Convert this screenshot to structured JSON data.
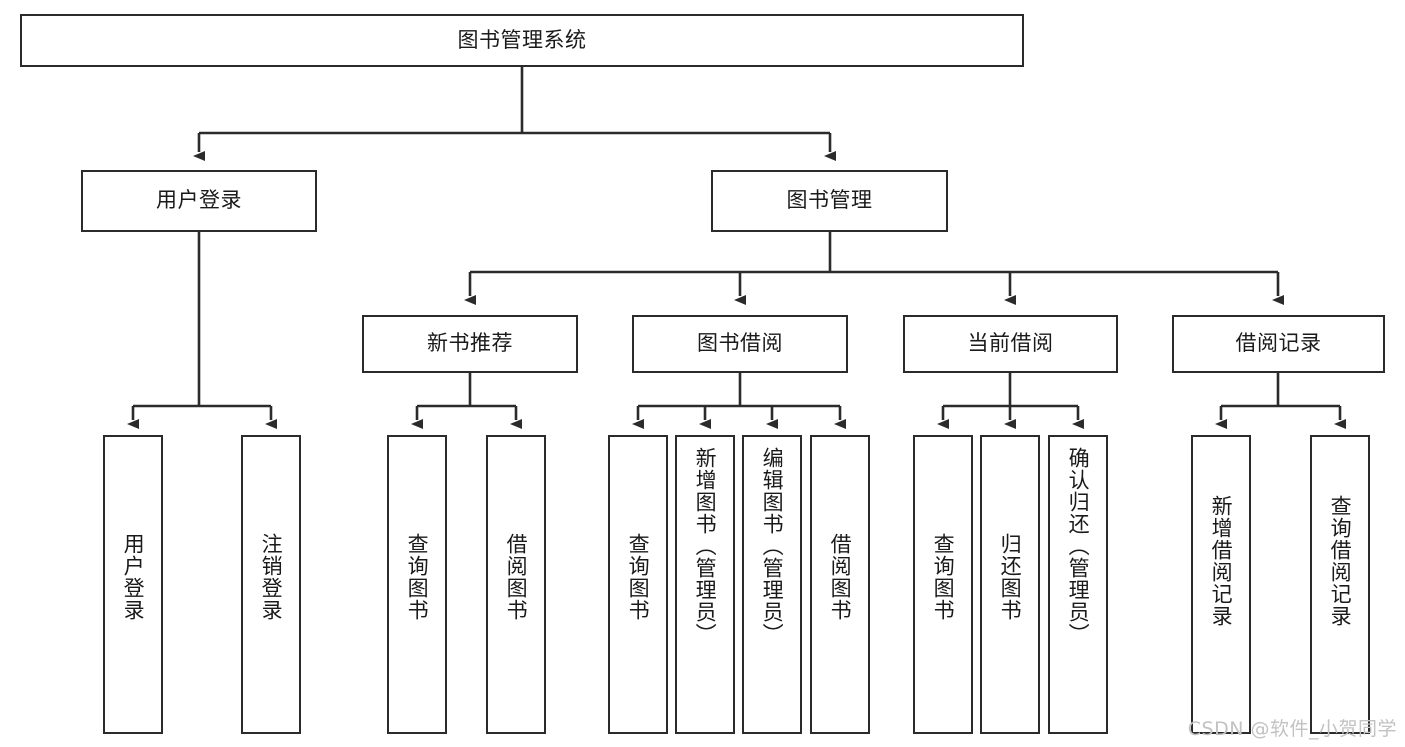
{
  "diagram": {
    "title": "图书管理系统",
    "type": "tree",
    "watermark": "CSDN @软件_小贺同学",
    "colors": {
      "box_border": "#2b2b2b",
      "box_fill": "#ffffff",
      "line": "#2b2b2b",
      "text": "#1a1a1a",
      "watermark": "#c2c2c2"
    },
    "levels": {
      "root": {
        "label": "图书管理系统"
      },
      "level2": [
        {
          "label": "用户登录"
        },
        {
          "label": "图书管理"
        }
      ],
      "level3": [
        {
          "label": "新书推荐"
        },
        {
          "label": "图书借阅"
        },
        {
          "label": "当前借阅"
        },
        {
          "label": "借阅记录"
        }
      ],
      "leaves": [
        {
          "label": "用户登录",
          "parent": "用户登录"
        },
        {
          "label": "注销登录",
          "parent": "用户登录"
        },
        {
          "label": "查询图书",
          "parent": "新书推荐"
        },
        {
          "label": "借阅图书",
          "parent": "新书推荐"
        },
        {
          "label": "查询图书",
          "parent": "图书借阅"
        },
        {
          "label": "新增图书（管理员）",
          "parent": "图书借阅"
        },
        {
          "label": "编辑图书（管理员）",
          "parent": "图书借阅"
        },
        {
          "label": "借阅图书",
          "parent": "图书借阅"
        },
        {
          "label": "查询图书",
          "parent": "当前借阅"
        },
        {
          "label": "归还图书",
          "parent": "当前借阅"
        },
        {
          "label": "确认归还（管理员）",
          "parent": "当前借阅"
        },
        {
          "label": "新增借阅记录",
          "parent": "借阅记录"
        },
        {
          "label": "查询借阅记录",
          "parent": "借阅记录"
        }
      ]
    }
  }
}
